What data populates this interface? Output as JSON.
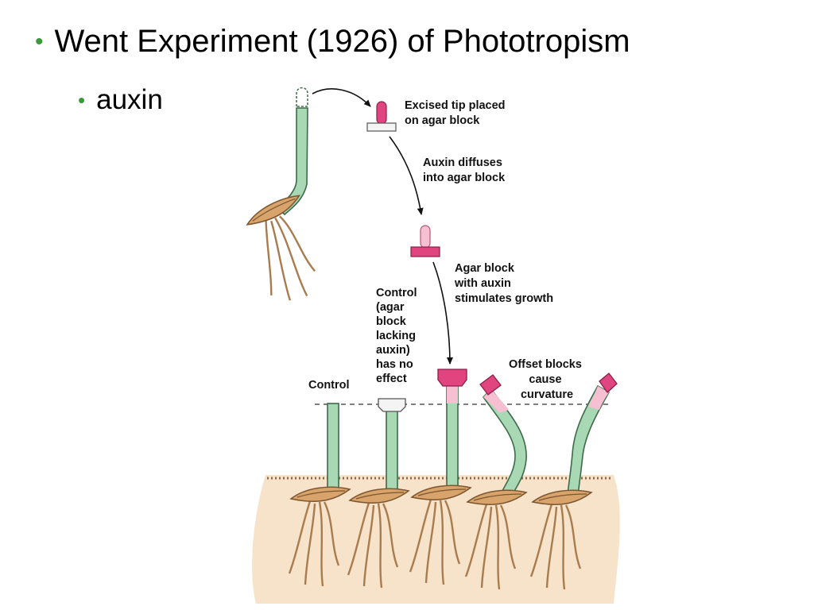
{
  "slide": {
    "title": "Went Experiment (1926)  of Phototropism",
    "subbullet": "auxin"
  },
  "labels": {
    "excised_tip": [
      "Excised tip placed",
      "on agar block"
    ],
    "auxin_diffuses": [
      "Auxin diffuses",
      "into agar block"
    ],
    "agar_block": [
      "Agar block",
      "with auxin",
      "stimulates growth"
    ],
    "control_note": [
      "Control",
      "(agar",
      "block",
      "lacking",
      "auxin)",
      "has no",
      "effect"
    ],
    "control": "Control",
    "offset_blocks": [
      "Offset blocks",
      "cause",
      "curvature"
    ]
  },
  "colors": {
    "bullet": "#3a9a3a",
    "stem": "#a8d8b4",
    "stem_outline": "#3d6b4a",
    "pink": "#e0457f",
    "soil": "#f6e3c9",
    "seed": "#d9a46b"
  }
}
